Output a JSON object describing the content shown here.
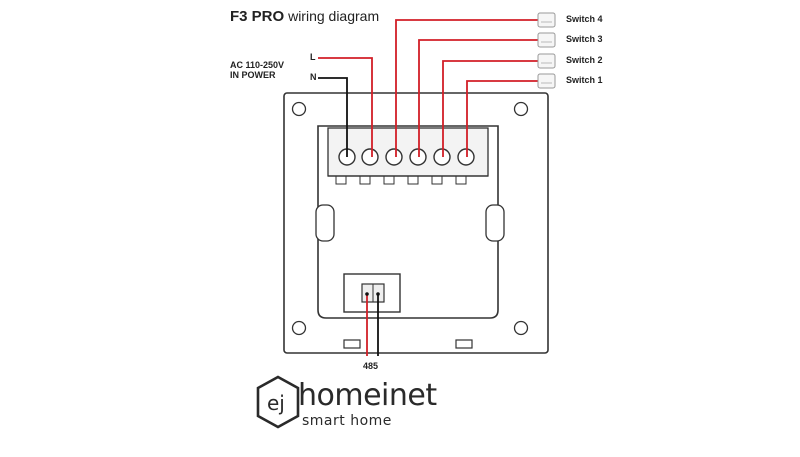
{
  "title": {
    "prefix": "F3 PRO",
    "suffix": "wiring diagram"
  },
  "power": {
    "line1": "AC 110-250V",
    "line2": "IN POWER",
    "live": "L",
    "neutral": "N"
  },
  "switches": [
    "Switch 4",
    "Switch 3",
    "Switch 2",
    "Switch 1"
  ],
  "bus_label": "485",
  "brand": {
    "name": "homeinet",
    "tagline": "smart home",
    "monogram": "ej"
  },
  "colors": {
    "wire": "#d21f27",
    "neutral_wire": "#111111",
    "outline": "#333333"
  }
}
